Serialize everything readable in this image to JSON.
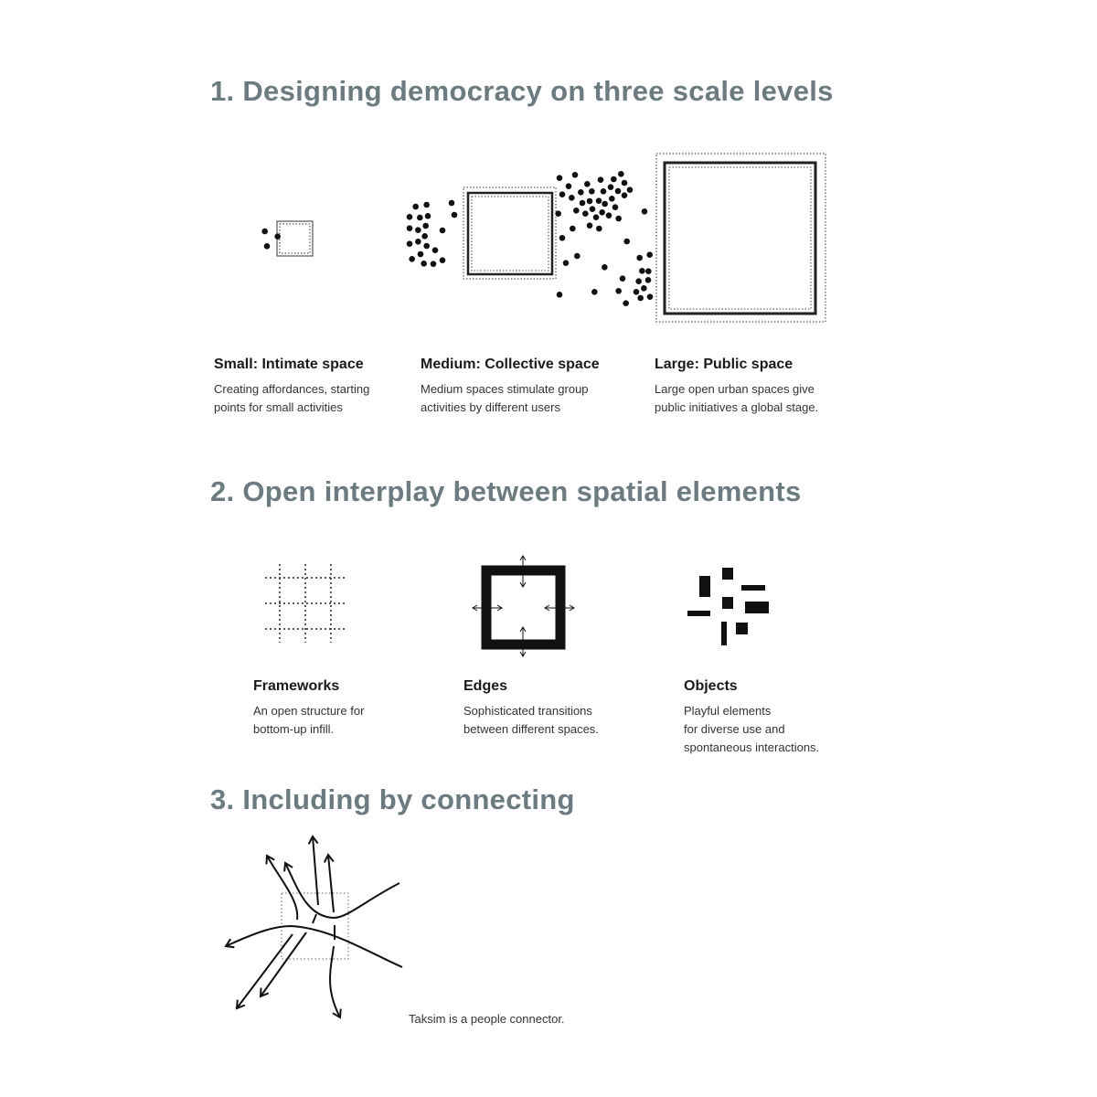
{
  "sections": [
    {
      "heading": "1. Designing democracy on three scale levels",
      "items": [
        {
          "title": "Small: Intimate space",
          "desc": [
            "Creating affordances, starting",
            "points for small activities"
          ]
        },
        {
          "title": "Medium: Collective space",
          "desc": [
            "Medium spaces stimulate group",
            "activities by different users"
          ]
        },
        {
          "title": "Large: Public space",
          "desc": [
            "Large open urban spaces give",
            "public initiatives a global stage."
          ]
        }
      ]
    },
    {
      "heading": "2. Open interplay between spatial elements",
      "items": [
        {
          "title": "Frameworks",
          "desc": [
            "An open structure for",
            "bottom-up infill."
          ]
        },
        {
          "title": "Edges",
          "desc": [
            "Sophisticated transitions",
            "between different spaces."
          ]
        },
        {
          "title": "Objects",
          "desc": [
            "Playful elements",
            "for diverse use and",
            "spontaneous interactions."
          ]
        }
      ]
    },
    {
      "heading": "3. Including by connecting",
      "caption": "Taksim is a people connector."
    }
  ],
  "colors": {
    "heading": "#6b7b80",
    "ink": "#111111"
  }
}
